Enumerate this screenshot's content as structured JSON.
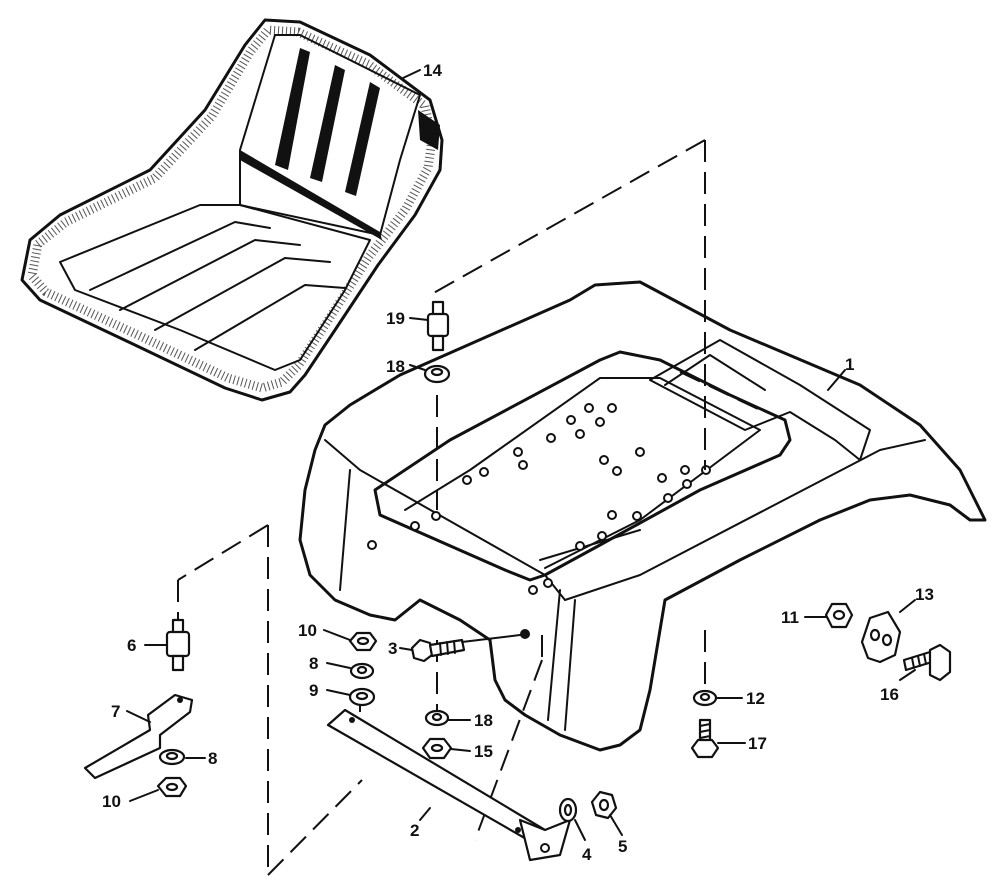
{
  "diagram": {
    "callouts": [
      {
        "id": "c1",
        "text": "1"
      },
      {
        "id": "c2",
        "text": "2"
      },
      {
        "id": "c3",
        "text": "3"
      },
      {
        "id": "c4",
        "text": "4"
      },
      {
        "id": "c5",
        "text": "5"
      },
      {
        "id": "c6",
        "text": "6"
      },
      {
        "id": "c7",
        "text": "7"
      },
      {
        "id": "c8a",
        "text": "8"
      },
      {
        "id": "c8b",
        "text": "8"
      },
      {
        "id": "c9",
        "text": "9"
      },
      {
        "id": "c10a",
        "text": "10"
      },
      {
        "id": "c10b",
        "text": "10"
      },
      {
        "id": "c11",
        "text": "11"
      },
      {
        "id": "c12",
        "text": "12"
      },
      {
        "id": "c13",
        "text": "13"
      },
      {
        "id": "c14",
        "text": "14"
      },
      {
        "id": "c15",
        "text": "15"
      },
      {
        "id": "c16",
        "text": "16"
      },
      {
        "id": "c17",
        "text": "17"
      },
      {
        "id": "c18a",
        "text": "18"
      },
      {
        "id": "c18b",
        "text": "18"
      },
      {
        "id": "c19",
        "text": "19"
      }
    ]
  },
  "colors": {
    "ink": "#111111",
    "paper": "#ffffff"
  }
}
